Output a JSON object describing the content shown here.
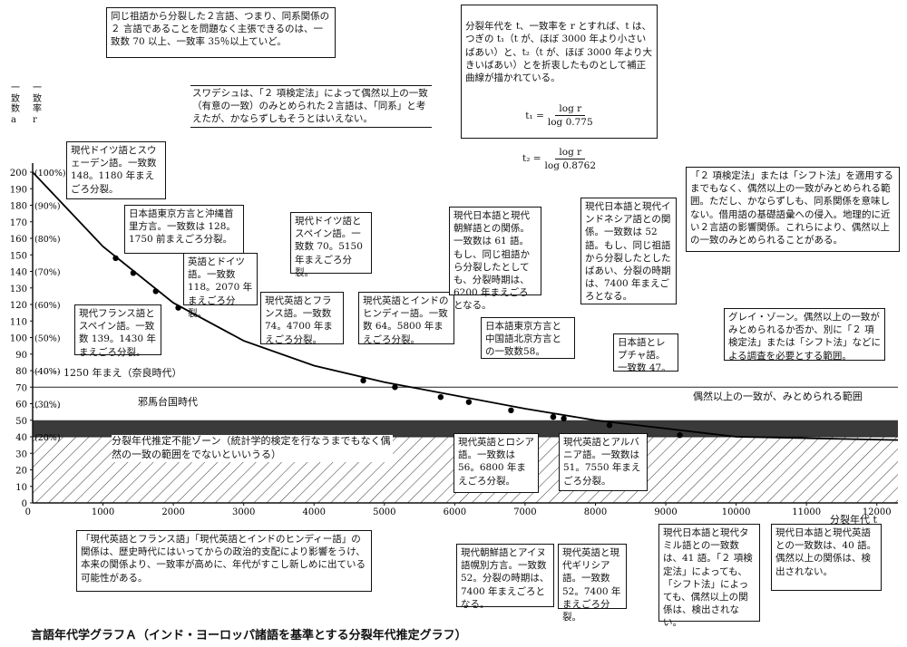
{
  "caption": "言語年代学グラフＡ（インド・ヨーロッパ諸語を基準とする分裂年代推定グラフ）",
  "chart_data": {
    "type": "line",
    "xlabel": "分裂年代 t",
    "ylabel_left": "一致数 a",
    "ylabel_right": "一致率 r",
    "x_ticks": [
      1000,
      2000,
      3000,
      4000,
      5000,
      6000,
      7000,
      8000,
      9000,
      10000,
      11000,
      12000
    ],
    "y_ticks": [
      0,
      10,
      20,
      30,
      40,
      50,
      60,
      70,
      80,
      90,
      100,
      110,
      120,
      130,
      140,
      150,
      160,
      170,
      180,
      190,
      200
    ],
    "r_ticks": [
      "(20%)",
      "(30%)",
      "(40%)",
      "(50%)",
      "(60%)",
      "(70%)",
      "(80%)",
      "(90%)",
      "(100%)"
    ],
    "xlim": [
      0,
      12300
    ],
    "ylim": [
      0,
      200
    ],
    "series": [
      {
        "values": [
          [
            0,
            200
          ],
          [
            1000,
            155
          ],
          [
            2000,
            121
          ],
          [
            3000,
            98
          ],
          [
            4000,
            83
          ],
          [
            5000,
            73
          ],
          [
            6000,
            65
          ],
          [
            7000,
            57
          ],
          [
            8000,
            50
          ],
          [
            9000,
            45
          ],
          [
            10000,
            40
          ],
          [
            12300,
            38
          ]
        ]
      }
    ],
    "points": [
      {
        "x": 1180,
        "y": 148
      },
      {
        "x": 1430,
        "y": 139
      },
      {
        "x": 1750,
        "y": 128
      },
      {
        "x": 2070,
        "y": 118
      },
      {
        "x": 4700,
        "y": 74
      },
      {
        "x": 5150,
        "y": 70
      },
      {
        "x": 5800,
        "y": 64
      },
      {
        "x": 6200,
        "y": 61
      },
      {
        "x": 6800,
        "y": 56
      },
      {
        "x": 7400,
        "y": 52
      },
      {
        "x": 7550,
        "y": 51
      },
      {
        "x": 7400,
        "y": 52
      },
      {
        "x": 8200,
        "y": 47
      },
      {
        "x": 9200,
        "y": 41
      }
    ],
    "zones": [
      {
        "label": "偶然以上の一致が、みとめられる範囲",
        "from": 50,
        "to": 70
      },
      {
        "label": "分裂年代推定不能ゾーン（統計学的検定を行なうまでもなく偶然の一致の範囲をでないといいうる）",
        "from": 0,
        "to": 40
      },
      {
        "label": "グレイ・ゾーン",
        "from": 40,
        "to": 50
      }
    ],
    "markers": [
      {
        "label": "1250 年まえ（奈良時代）",
        "y": 79
      },
      {
        "label": "邪馬台国時代",
        "y": 58
      }
    ]
  },
  "notes": {
    "top_left": "同じ祖語から分裂した２言語、つまり、同系関係の ２ 言語であることを問題なく主張できるのは、一致数 70 以上、一致率 35％以上ていど。",
    "top_right": "分裂年代を t、一致率を r とすれば、t は、つぎの t₁（t が、ほぼ 3000 年より小さいばあい）と、t₂（t が、ほぼ 3000 年より大きいばあい）とを折衷したものとして補正曲線が描かれている。",
    "f1_lhs": "t₁ =",
    "f1_num": "log r",
    "f1_den": "log 0.775",
    "f2_lhs": "t₂ =",
    "f2_num": "log r",
    "f2_den": "log 0.8762",
    "swadesh": "スワデシュは、「２ 項検定法」によって偶然以上の一致（有意の一致）のみとめられた２言語は、「同系」と考えたが、かならずしもそうとはいえない。",
    "german_swedish": "現代ドイツ語とスウェーデン語。一致数 148。1180 年まえごろ分裂。",
    "tokyo_okinawa": "日本語東京方言と沖縄首里方言。一致数は 128。1750 前まえごろ分裂。",
    "english_german": "英語とドイツ語。一致数 118。2070 年まえごろ分裂。",
    "french_spanish": "現代フランス語とスペイン語。一致数 139。1430 年まえごろ分裂。",
    "german_spanish": "現代ドイツ語とスペイン語。一致数 70。5150 年まえごろ分裂。",
    "english_french": "現代英語とフランス語。一致数 74。4700 年まえごろ分裂。",
    "english_hindi": "現代英語とインドのヒンディー語。一致数 64。5800 年まえごろ分裂。",
    "jp_korean": "現代日本語と現代朝鮮語との関係。一致数は 61 語。もし、同じ祖語から分裂したとしても、分裂時期は、6200 年まえごろとなる。",
    "jp_indonesian": "現代日本語と現代インドネシア語との関係。一致数は 52 語。もし、同じ祖語から分裂したとしたばあい、分裂の時期は、7400 年まえごろとなる。",
    "tokyo_beijing": "日本語東京方言と中国語北京方言との一致数58。",
    "jp_lepcha": "日本語とレプチャ語。一致数 47。",
    "two_test": "「２ 項検定法」または「シフト法」を適用するまでもなく、偶然以上の一致がみとめられる範囲。ただし、かならずしも、同系関係を意味しない。借用語の基礎語彙への侵入。地理的に近い２言語の影響関係。これらにより、偶然以上の一致のみとめられることがある。",
    "gray_zone": "グレイ・ゾーン。偶然以上の一致がみとめられるか否か、別に「２ 項検定法」または「シフト法」などによる調査を必要とする範囲。",
    "zone_above": "偶然以上の一致が、みとめられる範囲",
    "impossible_zone": "分裂年代推定不能ゾーン（統計学的検定を行なうまでもなく偶然の一致の範囲をでないといいうる）",
    "nara": "1250 年まえ（奈良時代）",
    "yamatai": "邪馬台国時代",
    "english_russian": "現代英語とロシア語。一致数は 56。6800 年まえごろ分裂。",
    "english_albanian": "現代英語とアルバニア語。一致数は 51。7550 年まえごろ分裂。",
    "bottom_left": "「現代英語とフランス語」「現代英語とインドのヒンディー語」の関係は、歴史時代にはいってからの政治的支配により影響をうけ、本来の関係より、一致率が高めに、年代がすこし新しめに出ている可能性がある。",
    "korean_ainu": "現代朝鮮語とアイヌ語幌別方言。一致数 52。分裂の時期は、7400 年まえごろとなる。",
    "english_greek": "現代英語と現代ギリシア語。一致数 52。7400 年まえごろ分裂。",
    "jp_tamil": "現代日本語と現代タミル語との一致数は、41 語。「２ 項検定法」によっても、「シフト法」によっても、偶然以上の関係は、検出されない。",
    "jp_english": "現代日本語と現代英語との一致数は、40 語。偶然以上の関係は、検出されない。"
  }
}
